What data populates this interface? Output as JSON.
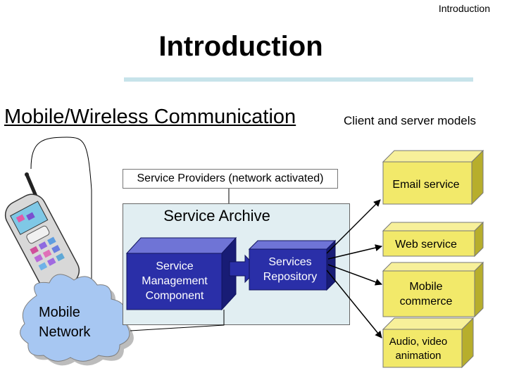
{
  "header": {
    "corner_label": "Introduction",
    "title": "Introduction"
  },
  "headings": {
    "mobile_wireless": "Mobile/Wireless Communication",
    "client_server": "Client and server models"
  },
  "diagram": {
    "service_providers": "Service Providers (network activated)",
    "service_archive": "Service Archive",
    "service_management": [
      "Service",
      "Management",
      "Component"
    ],
    "services_repository": [
      "Services",
      "Repository"
    ],
    "mobile_network": [
      "Mobile",
      "Network"
    ],
    "services": {
      "email": "Email service",
      "web": "Web service",
      "mobile_commerce": [
        "Mobile",
        "commerce"
      ],
      "audio_video": [
        "Audio, video",
        "animation"
      ]
    }
  },
  "colors": {
    "cube_front": "#2a2fa8",
    "cube_top": "#6f74d6",
    "cube_side": "#181c75",
    "box_yellow": "#f2e96a",
    "box_yellow_side": "#b7ae2c",
    "archive_fill": "#e1eef2",
    "cloud_fill": "#a7c7f2"
  }
}
